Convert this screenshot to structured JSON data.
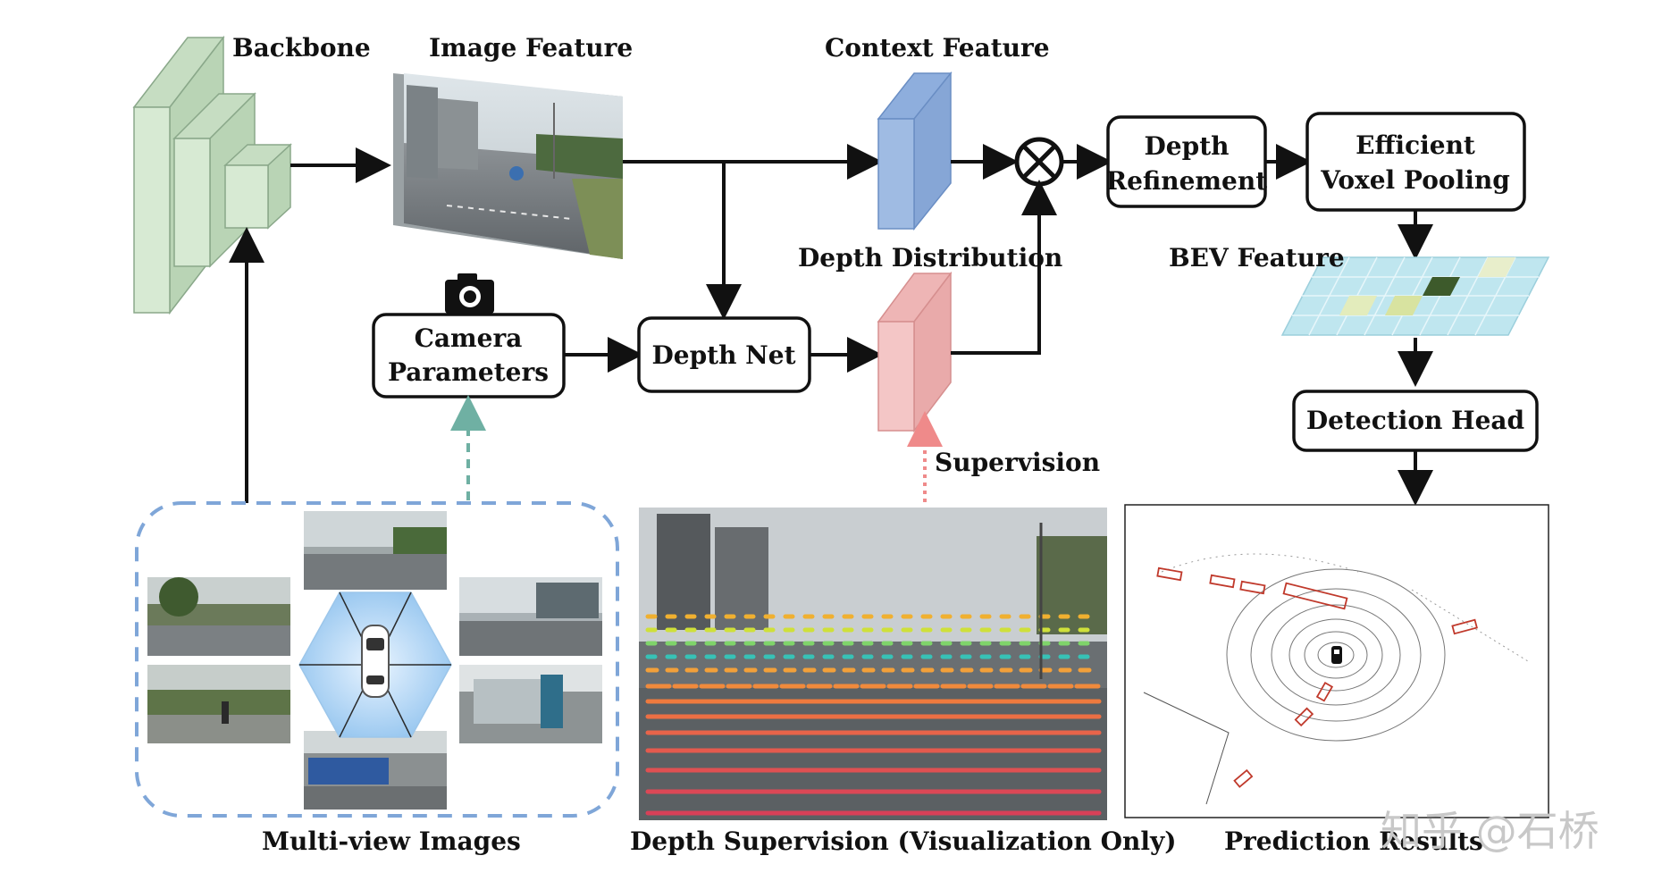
{
  "labels": {
    "backbone": "Backbone",
    "image_feature": "Image Feature",
    "context_feature": "Context Feature",
    "depth_distribution": "Depth Distribution",
    "bev_feature": "BEV Feature",
    "supervision": "Supervision",
    "multi_view_images": "Multi-view Images",
    "depth_supervision": "Depth Supervision (Visualization Only)",
    "prediction_results": "Prediction Results"
  },
  "boxes": {
    "camera_parameters": [
      "Camera",
      "Parameters"
    ],
    "depth_net": "Depth Net",
    "depth_refinement": [
      "Depth",
      "Refinement"
    ],
    "efficient_voxel_pooling": [
      "Efficient",
      "Voxel Pooling"
    ],
    "detection_head": "Detection Head"
  },
  "operator": "⊗",
  "watermark": "知乎 @石桥",
  "colors": {
    "backbone": "#d7ead3",
    "context_feature": "#9fbbe3",
    "depth_distribution": "#f4c6c6",
    "bev_grid": "#bfe6ef",
    "multi_view_border": "#7fa6d8",
    "camera_dashed_arrow": "#6fb0a3",
    "supervision_dashed_arrow": "#ef8a8a"
  },
  "icons": [
    "camera-icon",
    "car-icon"
  ]
}
